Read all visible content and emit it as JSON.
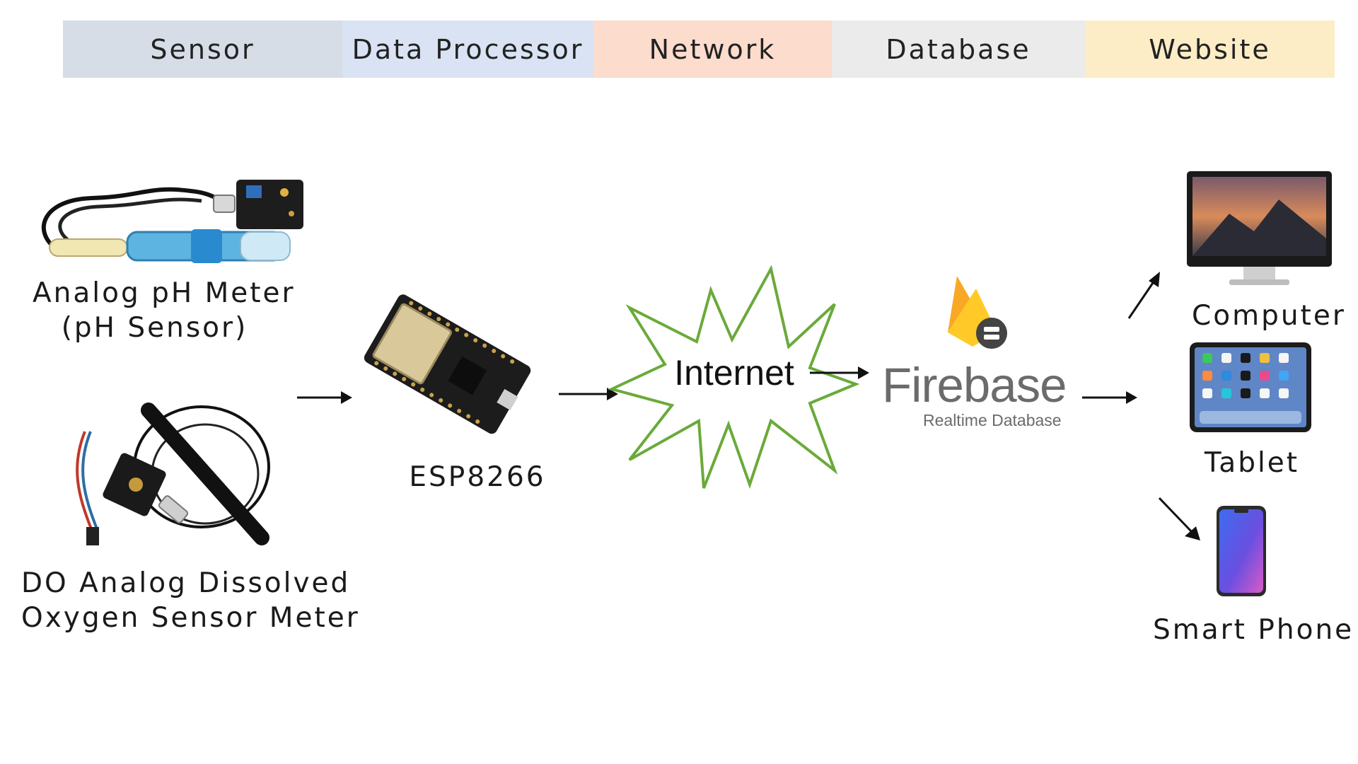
{
  "header": {
    "stages": [
      {
        "label": "Sensor",
        "color": "#d6dde7"
      },
      {
        "label": "Data Processor",
        "color": "#d9e3f3"
      },
      {
        "label": "Network",
        "color": "#fbdccd"
      },
      {
        "label": "Database",
        "color": "#ebebeb"
      },
      {
        "label": "Website",
        "color": "#fcedc6"
      }
    ]
  },
  "nodes": {
    "ph_sensor": {
      "line1": "Analog pH Meter",
      "line2": "(pH Sensor)",
      "icon": "ph-probe-icon"
    },
    "do_sensor": {
      "line1": "DO Analog Dissolved",
      "line2": "Oxygen Sensor Meter",
      "icon": "do-probe-icon"
    },
    "processor": {
      "label": "ESP8266",
      "icon": "esp-board-icon"
    },
    "network": {
      "label": "Internet",
      "icon": "starburst-icon",
      "color": "#6aaa3a"
    },
    "database": {
      "title": "Firebase",
      "subtitle": "Realtime Database",
      "icon": "firebase-flame-icon"
    },
    "devices": [
      {
        "label": "Computer",
        "icon": "monitor-icon"
      },
      {
        "label": "Tablet",
        "icon": "tablet-icon"
      },
      {
        "label": "Smart Phone",
        "icon": "phone-icon"
      }
    ]
  }
}
